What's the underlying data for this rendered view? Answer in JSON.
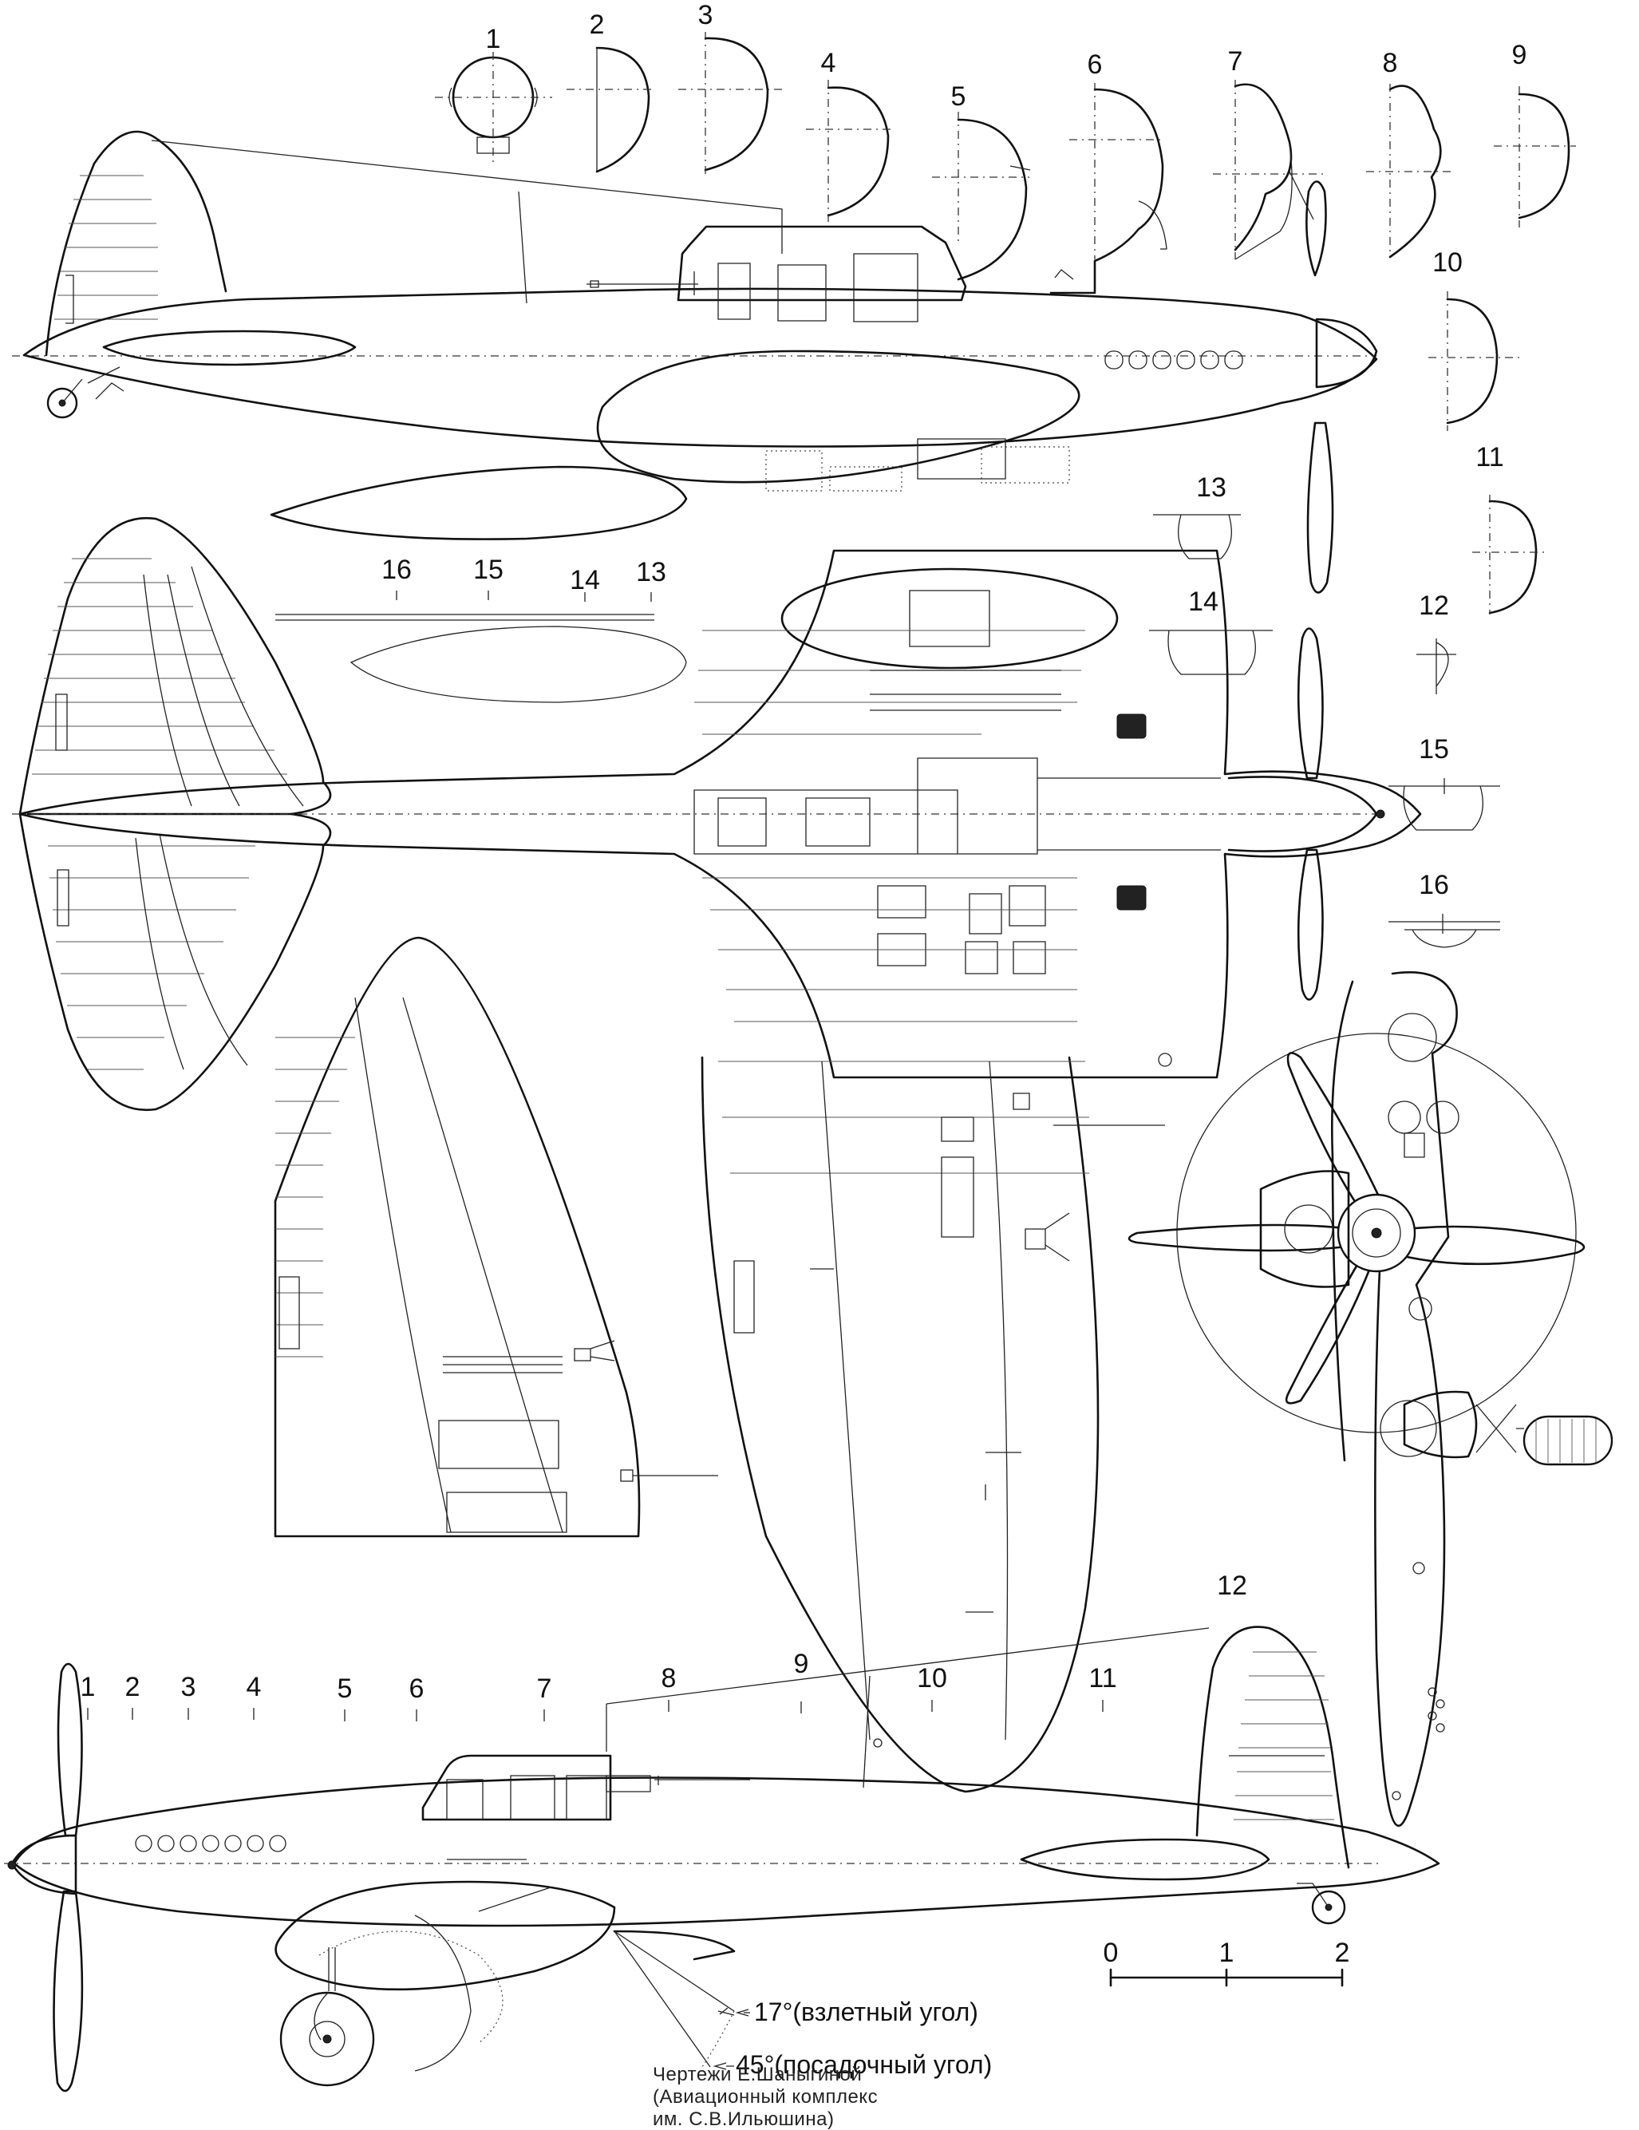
{
  "profile_stations": [
    "1",
    "2",
    "3",
    "4",
    "5",
    "6",
    "7",
    "8",
    "9",
    "10",
    "11"
  ],
  "top_view_stations": [
    "16",
    "15",
    "14",
    "13"
  ],
  "fuselage_section_labels": [
    "12",
    "13",
    "14",
    "15",
    "16"
  ],
  "side_view_stations": [
    "1",
    "2",
    "3",
    "4",
    "5",
    "6",
    "7",
    "8",
    "9",
    "10",
    "11",
    "12"
  ],
  "flap_angles": {
    "takeoff": "17°(взлетный угол)",
    "landing": "45°(посадочный угол)"
  },
  "scale_bar": {
    "ticks": [
      "0",
      "1",
      "2"
    ]
  },
  "credits": {
    "line1": "Чертежи Е.Шаныгиной",
    "line2": "(Авиационный комплекс",
    "line3": "им. С.В.Ильюшина)"
  }
}
